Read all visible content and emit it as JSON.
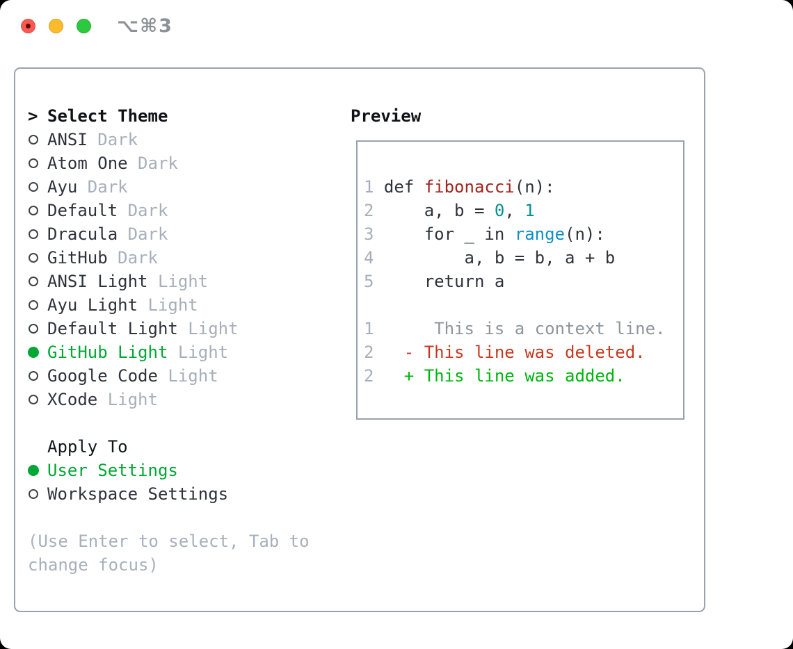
{
  "window": {
    "shortcut_label": "⌥⌘3"
  },
  "colors": {
    "ui_green": "#00a734",
    "added_green": "#00b411",
    "deleted_red": "#c43a20",
    "function_red": "#a3241d",
    "number_teal": "#009191",
    "builtin_blue": "#0e8fc8",
    "text_dark": "#2e333b",
    "muted_grey": "#a6afba",
    "context_grey": "#8e959b",
    "border_grey": "#99a2ad",
    "traffic_red": "#f85a52",
    "traffic_yellow": "#fcbb2d",
    "traffic_green": "#2bc840"
  },
  "theme_panel": {
    "prompt": ">",
    "title": "Select Theme",
    "themes": [
      {
        "name": "ANSI",
        "variant": "Dark",
        "selected": false
      },
      {
        "name": "Atom One",
        "variant": "Dark",
        "selected": false
      },
      {
        "name": "Ayu",
        "variant": "Dark",
        "selected": false
      },
      {
        "name": "Default",
        "variant": "Dark",
        "selected": false
      },
      {
        "name": "Dracula",
        "variant": "Dark",
        "selected": false
      },
      {
        "name": "GitHub",
        "variant": "Dark",
        "selected": false
      },
      {
        "name": "ANSI Light",
        "variant": "Light",
        "selected": false
      },
      {
        "name": "Ayu Light",
        "variant": "Light",
        "selected": false
      },
      {
        "name": "Default Light",
        "variant": "Light",
        "selected": false
      },
      {
        "name": "GitHub Light",
        "variant": "Light",
        "selected": true
      },
      {
        "name": "Google Code",
        "variant": "Light",
        "selected": false
      },
      {
        "name": "XCode",
        "variant": "Light",
        "selected": false
      }
    ],
    "apply_to": {
      "title": "Apply To",
      "options": [
        {
          "label": "User Settings",
          "selected": true
        },
        {
          "label": "Workspace Settings",
          "selected": false
        }
      ]
    },
    "hint": "(Use Enter to select, Tab to change focus)"
  },
  "preview": {
    "title": "Preview",
    "lines": [
      {
        "tokens": [
          {
            "t": "1 ",
            "c": "ln"
          },
          {
            "t": "def ",
            "c": "code"
          },
          {
            "t": "fibonacci",
            "c": "fn"
          },
          {
            "t": "(n):",
            "c": "code"
          }
        ]
      },
      {
        "tokens": [
          {
            "t": "2 ",
            "c": "ln"
          },
          {
            "t": "    a, b = ",
            "c": "code"
          },
          {
            "t": "0",
            "c": "num"
          },
          {
            "t": ", ",
            "c": "code"
          },
          {
            "t": "1",
            "c": "num"
          }
        ]
      },
      {
        "tokens": [
          {
            "t": "3 ",
            "c": "ln"
          },
          {
            "t": "    for _ in ",
            "c": "code"
          },
          {
            "t": "range",
            "c": "builtin"
          },
          {
            "t": "(n):",
            "c": "code"
          }
        ]
      },
      {
        "tokens": [
          {
            "t": "4 ",
            "c": "ln"
          },
          {
            "t": "        a, b = b, a + b",
            "c": "code"
          }
        ]
      },
      {
        "tokens": [
          {
            "t": "5 ",
            "c": "ln"
          },
          {
            "t": "    return a",
            "c": "code"
          }
        ]
      },
      {
        "tokens": []
      },
      {
        "tokens": [
          {
            "t": "1 ",
            "c": "ln"
          },
          {
            "t": "     This is a context line.",
            "c": "ctx"
          }
        ]
      },
      {
        "tokens": [
          {
            "t": "2 ",
            "c": "ln"
          },
          {
            "t": "  - This line was deleted.",
            "c": "del"
          }
        ]
      },
      {
        "tokens": [
          {
            "t": "2 ",
            "c": "ln"
          },
          {
            "t": "  + This line was added.",
            "c": "add"
          }
        ]
      }
    ]
  }
}
